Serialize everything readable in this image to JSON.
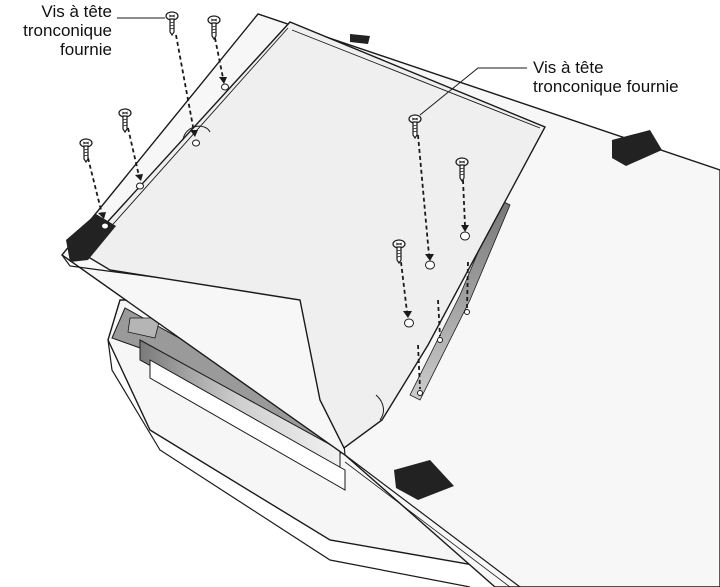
{
  "callouts": {
    "left": {
      "line1": "Vis à tête",
      "line2": "tronconique",
      "line3": "fournie"
    },
    "right": {
      "line1": "Vis à tête",
      "line2": "tronconique fournie"
    }
  },
  "colors": {
    "stroke": "#1a1a1a",
    "panel": "#efefef",
    "base": "#f7f7f7",
    "foot": "#222222",
    "inner_dark": "#8a8a8a"
  }
}
